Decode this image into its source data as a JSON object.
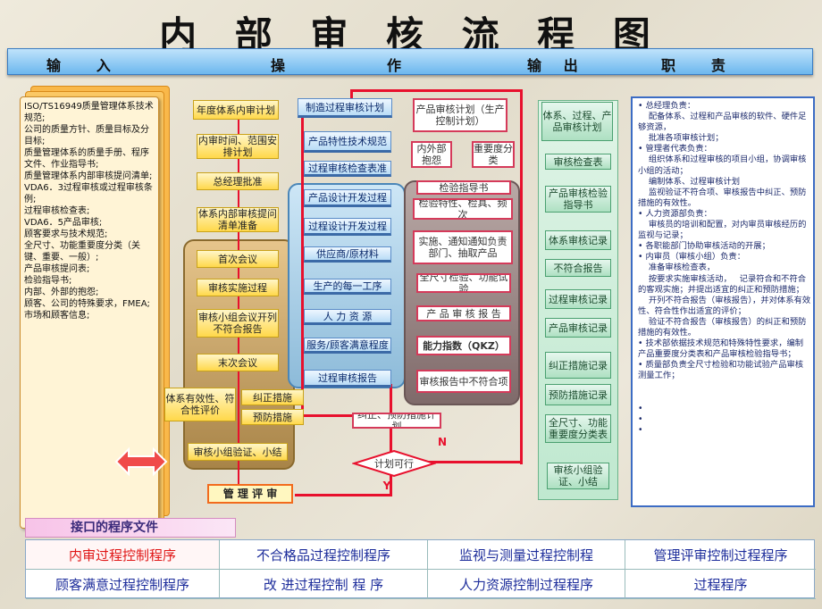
{
  "title": "内 部 审 核 流 程 图",
  "headers": {
    "input": "输     入",
    "op1": "操",
    "op2": "作",
    "output": "输   出",
    "duty": "职     责"
  },
  "input_text": "ISO/TS16949质量管理体系技术规范;\n公司的质量方针、质量目标及分目标;\n质量管理体系的质量手册、程序文件、作业指导书;\n质量管理体系内部审核提问清单;\nVDA6．3过程审核或过程审核条例;\n过程审核检查表;\nVDA6．5产品审核;\n顾客要求与技术规范;\n全尺寸、功能重要度分类（关键、重要、一般）;\n产品审核提问表;\n检验指导书;\n内部、外部的抱怨;\n顾客、公司的特殊要求，FMEA;\n市场和顾客信息;",
  "col1": [
    "年度体系内审计划",
    "内审时间、范围安排计划",
    "总经理批准",
    "体系内部审核提问清单准备",
    "首次会议",
    "审核实施过程",
    "审核小组会议开列不符合报告",
    "末次会议",
    "体系有效性、符合性评价",
    "纠正措施",
    "预防措施",
    "审核小组验证、小结",
    "管 理 评 审"
  ],
  "col2": [
    "制造过程审核计划",
    "产品特性技术规范",
    "过程审核检查表准",
    "产品设计开发过程",
    "过程设计开发过程",
    "供应商/原材料",
    "生产的每一工序",
    "人 力 资 源",
    "服务/顾客满意程度",
    "过程审核报告"
  ],
  "col3": [
    "产品审核计划（生产控制计划）",
    "内外部抱怨",
    "重要度分类",
    "检验指导书",
    "检验特性、检具、频次",
    "实施、通知通知负责部门、抽取产品",
    "全尺寸检验、功能试验",
    "产 品 审 核 报 告",
    "能力指数（QKZ）",
    "审核报告中不符合项"
  ],
  "corrective": "纠正、预防措施计划",
  "decision": "计划可行",
  "decision_n": "N",
  "decision_y": "Y",
  "outputs": [
    "体系、过程、产品审核计划",
    "审核检查表",
    "产品审核检验指导书",
    "体系审核记录",
    "不符合报告",
    "过程审核记录",
    "产品审核记录",
    "纠正措施记录",
    "预防措施记录",
    "全尺寸、功能重要度分类表",
    "审核小组验证、小结"
  ],
  "duties": "• 总经理负责：\n    配备体系、过程和产品审核的软件、硬件足够资源，\n    批准各项审核计划；\n• 管理者代表负责：\n    组织体系和过程审核的项目小组，协调审核小组的活动；\n    编制体系、过程审核计划\n    监视验证不符合项、审核报告中纠正、预防措施的有效性。\n• 人力资源部负责：\n    审核员的培训和配置，对内审员审核经历的监视与记录；\n• 各职能部门协助审核活动的开展；\n• 内审员（审核小组）负责：\n    准备审核检查表，\n    按要求实施审核活动，   记录符合和不符合的客观实施；并提出适宜的纠正和预防措施；\n    开列不符合报告（审核报告），并对体系有效性、符合性作出适宜的评价；\n    验证不符合报告（审核报告）的纠正和预防措施的有效性。\n• 技术部依据技术规范和特殊特性要求，编制产品重要度分类表和产品审核检验指导书；\n• 质量部负责全尺寸检验和功能试验产品审核测量工作；\n\n\n•\n•\n•",
  "interface_title": "接口的程序文件",
  "interface": [
    [
      "内审过程控制程序",
      "不合格品过程控制程序",
      "监视与测量过程控制程",
      "管理评审控制过程程序"
    ],
    [
      "顾客满意过程控制程序",
      "改 进过程控制 程 序",
      "人力资源控制过程程序",
      "过程程序"
    ]
  ]
}
